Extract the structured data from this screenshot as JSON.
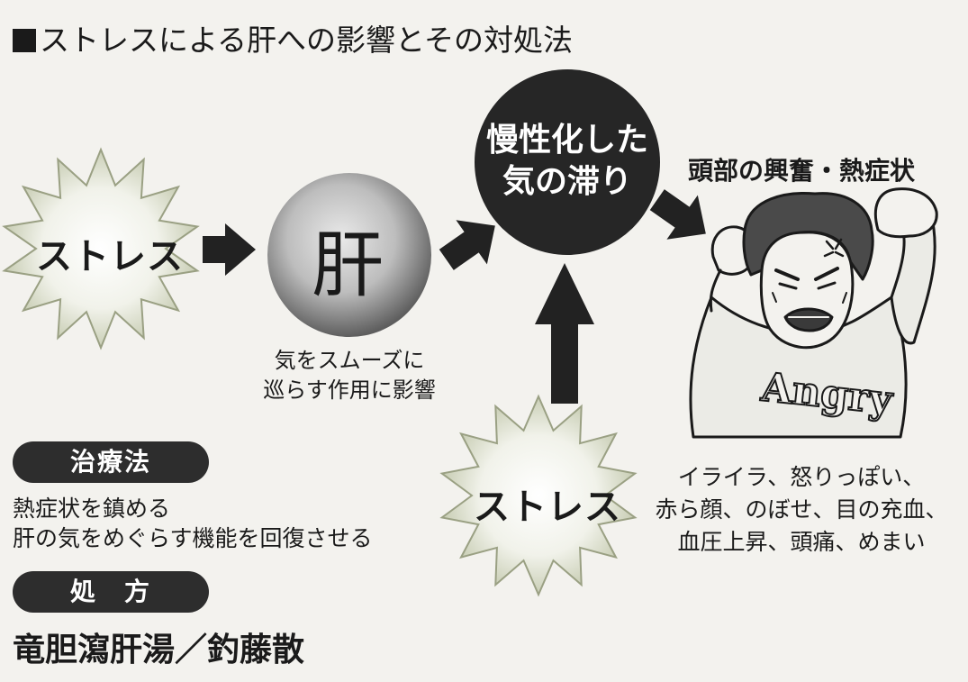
{
  "title": "ストレスによる肝への影響とその対処法",
  "flow": {
    "stress_left": "ストレス",
    "liver": "肝",
    "liver_caption": [
      "気をスムーズに",
      "巡らす作用に影響"
    ],
    "stagnation": [
      "慢性化した",
      "気の滞り"
    ],
    "stress_bottom": "ストレス",
    "head_title": "頭部の興奮・熱症状",
    "symptoms": [
      "イライラ、怒りっぽい、",
      "赤ら顔、のぼせ、目の充血、",
      "血圧上昇、頭痛、めまい"
    ],
    "shirt_text": "Angry"
  },
  "treatment": {
    "label": "治療法",
    "lines": [
      "熱症状を鎮める",
      "肝の気をめぐらす機能を回復させる"
    ]
  },
  "prescription": {
    "label": "処　方",
    "text": "竜胆瀉肝湯／釣藤散"
  },
  "colors": {
    "star_fill": "#d9ddc7",
    "dark_circle": "#262626",
    "pill": "#2d2d2d",
    "background": "#f3f2ee"
  }
}
